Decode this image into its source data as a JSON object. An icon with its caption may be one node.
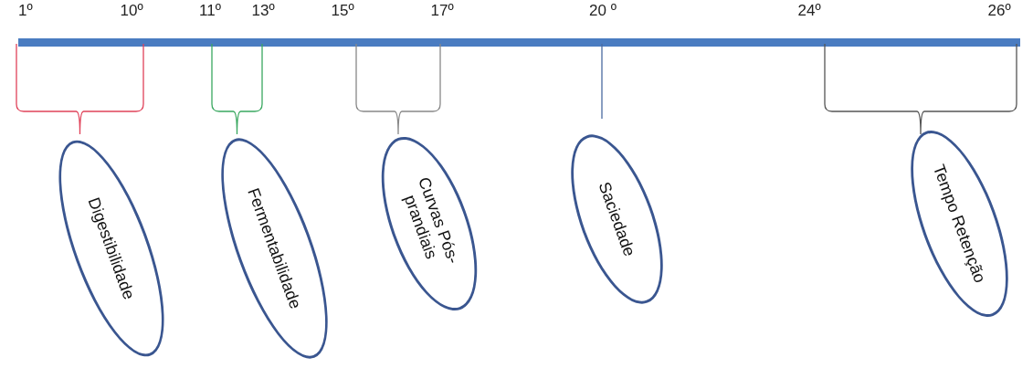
{
  "diagram": {
    "nodes": [
      {
        "text": [
          "Digestibilidade"
        ]
      },
      {
        "text": [
          "Fermentabilidade"
        ]
      },
      {
        "text": [
          "Curvas Pós-prandiais"
        ]
      },
      {
        "text": [
          "Saciedade"
        ]
      },
      {
        "text": [
          "Tempo Retenção"
        ]
      }
    ],
    "labels": [
      "1º",
      "10º",
      "11º",
      "13º",
      "15º",
      "17º",
      "20 º",
      "24º",
      "26º"
    ]
  }
}
